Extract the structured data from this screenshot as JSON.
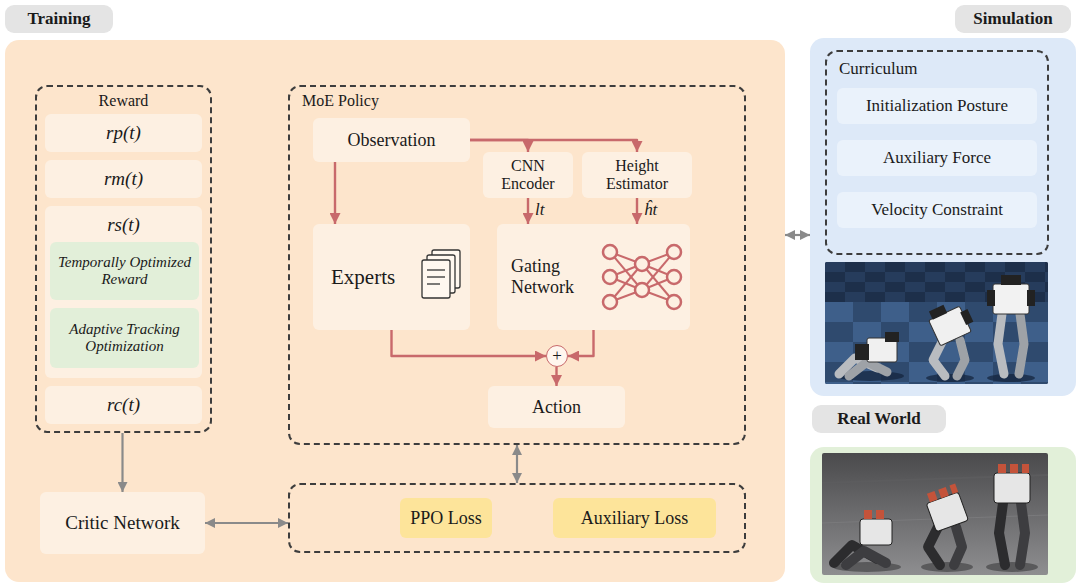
{
  "diagram": {
    "nodes": [
      {
        "text": [
          "Training"
        ]
      },
      {
        "text": [
          "Reward"
        ],
        "in": 0
      },
      {
        "text": [
          "rp(t)"
        ],
        "in": 1
      },
      {
        "text": [
          "rm(t)"
        ],
        "in": 1
      },
      {
        "text": [
          "rs(t)"
        ],
        "in": 1
      },
      {
        "text": [
          "Temporally Optimized Reward"
        ],
        "in": 4
      },
      {
        "text": [
          "Adaptive Tracking Optimization"
        ],
        "in": 4
      },
      {
        "text": [
          "rc(t)"
        ],
        "in": 1
      },
      {
        "text": [
          "MoE Policy"
        ],
        "in": 0
      },
      {
        "text": [
          "Observation"
        ],
        "in": 8
      },
      {
        "text": [
          "CNN Encoder"
        ],
        "in": 8
      },
      {
        "text": [
          "Height Estimator"
        ],
        "in": 8
      },
      {
        "text": [
          "Experts"
        ],
        "in": 8
      },
      {
        "text": [
          "Gating Network"
        ],
        "in": 8
      },
      {
        "text": [
          "+"
        ],
        "in": 8
      },
      {
        "text": [
          "Action"
        ],
        "in": 8
      },
      {
        "text": [
          "Critic Network"
        ],
        "in": 0
      },
      {
        "text": [],
        "in": 0
      },
      {
        "text": [
          "PPO Loss"
        ],
        "in": 17
      },
      {
        "text": [
          "Auxiliary Loss"
        ],
        "in": 17
      },
      {
        "text": [
          "Simulation"
        ]
      },
      {
        "text": [
          "Curriculum"
        ],
        "in": 20
      },
      {
        "text": [
          "Initialization Posture"
        ],
        "in": 21
      },
      {
        "text": [
          "Auxiliary Force"
        ],
        "in": 21
      },
      {
        "text": [
          "Velocity Constraint"
        ],
        "in": 21
      },
      {
        "text": [
          "Real World"
        ]
      }
    ],
    "edges": [
      {
        "from": 9,
        "to": 12,
        "arrow": "to"
      },
      {
        "from": 9,
        "to": 10,
        "arrow": "to"
      },
      {
        "from": 9,
        "to": 11,
        "arrow": "to"
      },
      {
        "from": 10,
        "to": 13,
        "label": "lt",
        "arrow": "to"
      },
      {
        "from": 11,
        "to": 13,
        "label": "ĥt",
        "arrow": "to"
      },
      {
        "from": 12,
        "to": 14,
        "arrow": "to"
      },
      {
        "from": 13,
        "to": 14,
        "arrow": "to"
      },
      {
        "from": 14,
        "to": 15,
        "arrow": "to"
      },
      {
        "from": 1,
        "to": 16,
        "arrow": "to"
      },
      {
        "from": 16,
        "to": 17,
        "arrow": "both"
      },
      {
        "from": 8,
        "to": 17,
        "arrow": "both"
      },
      {
        "from": 0,
        "to": 20,
        "arrow": "both"
      }
    ]
  }
}
